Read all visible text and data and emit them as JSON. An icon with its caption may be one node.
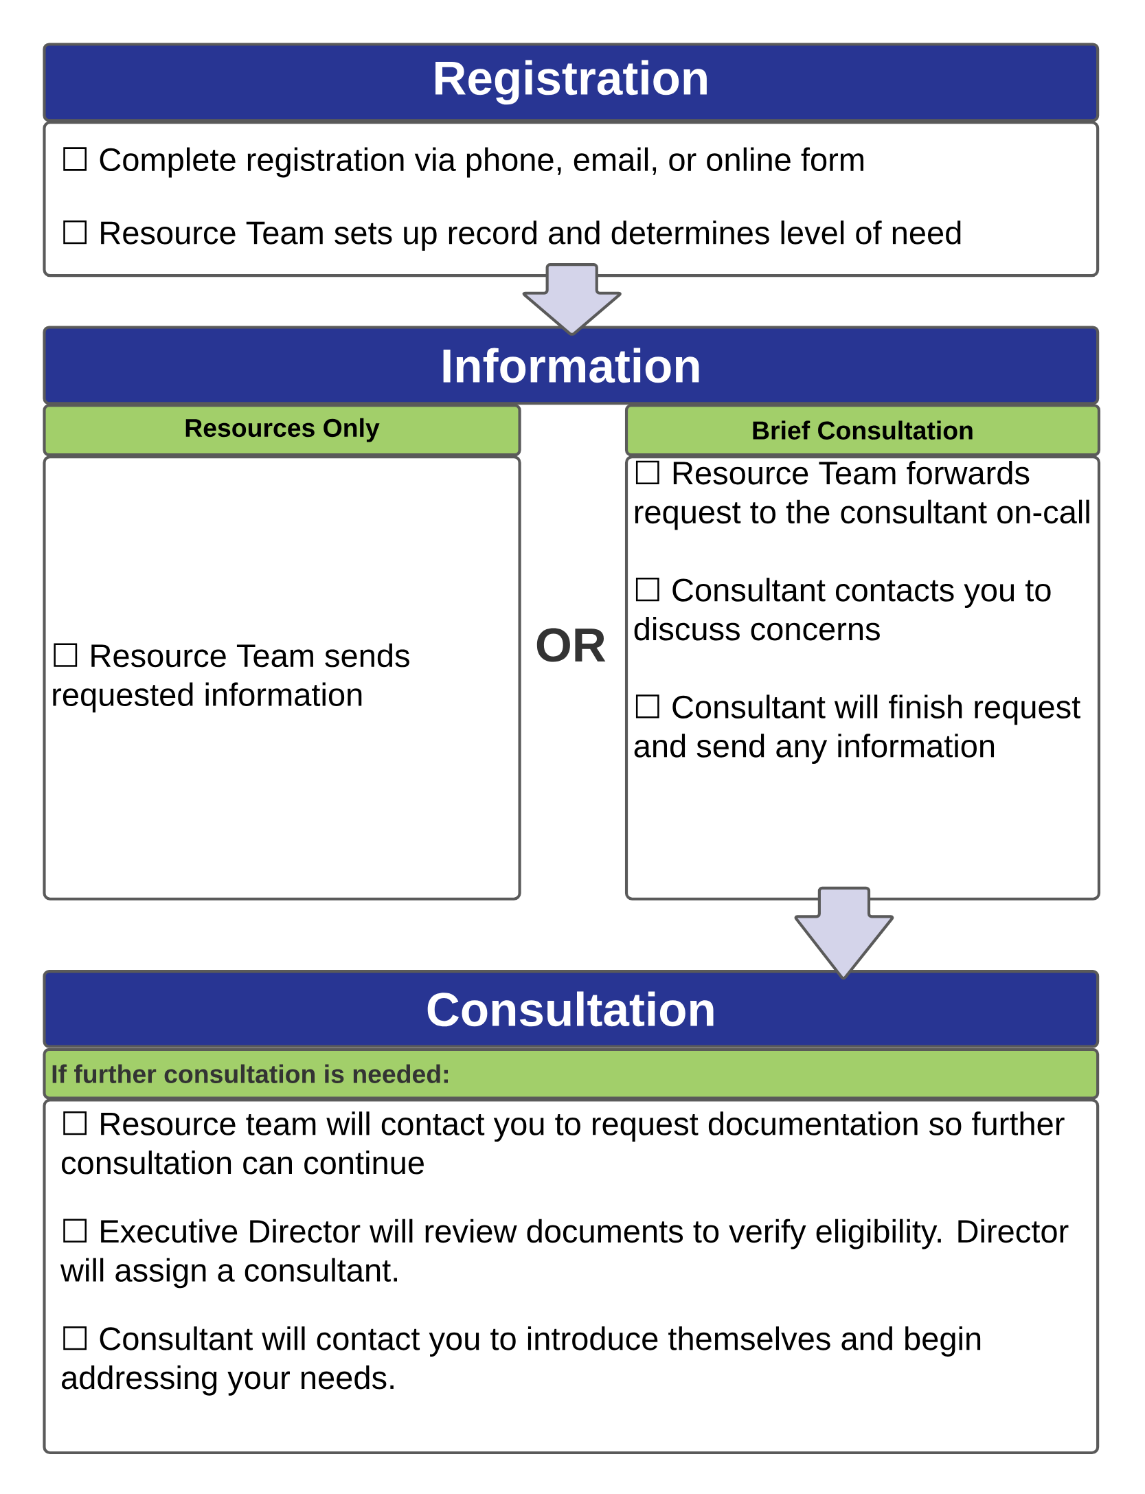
{
  "diagram": {
    "nodes": [
      {
        "text": [
          "Registration"
        ]
      },
      {
        "text": [
          "☐ Complete registration via phone, email, or online form",
          "☐ Resource Team sets up record and determines level of need"
        ]
      },
      {
        "text": [
          "Information"
        ]
      },
      {
        "text": [
          "Resources Only"
        ]
      },
      {
        "text": [
          "☐ Resource Team sends requested information"
        ]
      },
      {
        "text": [
          "Brief Consultation"
        ]
      },
      {
        "text": [
          "☐ Resource Team forwards request to the consultant on-call",
          "☐ Consultant contacts you to discuss concerns",
          "☐ Consultant will finish request and send any information"
        ]
      },
      {
        "text": [
          "Consultation"
        ]
      },
      {
        "text": [
          "If further consultation is needed:"
        ]
      },
      {
        "text": [
          "☐ Resource team will contact you to request documentation so further consultation can continue",
          "☐ Executive Director will review documents to verify eligibility. Director will assign a consultant.",
          "☐ Consultant will contact you to introduce themselves and begin addressing your needs."
        ]
      }
    ],
    "edges": [
      {
        "from": 1,
        "to": 2,
        "arrow": "to"
      },
      {
        "from": 6,
        "to": 7,
        "arrow": "to"
      }
    ],
    "labels": [
      "OR"
    ]
  }
}
